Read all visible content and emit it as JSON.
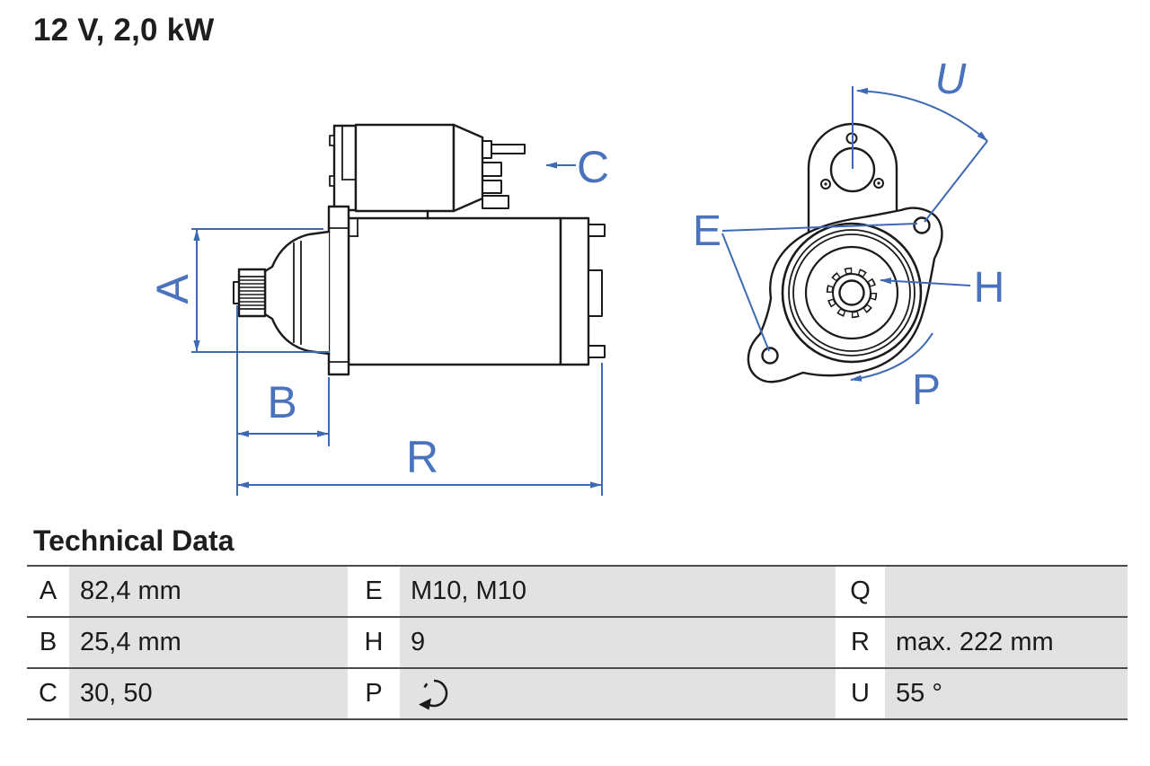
{
  "title": "12 V, 2,0 kW",
  "colors": {
    "annotation_blue": "#3e69b3",
    "drawing_black": "#1b1b1d",
    "table_cell_gray": "#e2e2e2",
    "table_rule_gray": "#4b4b4b"
  },
  "diagram": {
    "labels": {
      "a": "A",
      "b": "B",
      "c": "C",
      "r": "R",
      "u": "U",
      "e": "E",
      "h": "H",
      "p": "P"
    }
  },
  "technical_data": {
    "heading": "Technical Data",
    "rows": [
      {
        "cells": [
          {
            "key": "A",
            "value": "82,4 mm"
          },
          {
            "key": "E",
            "value": "M10, M10"
          },
          {
            "key": "Q",
            "value": ""
          }
        ]
      },
      {
        "cells": [
          {
            "key": "B",
            "value": "25,4 mm"
          },
          {
            "key": "H",
            "value": "9"
          },
          {
            "key": "R",
            "value": "max. 222 mm"
          }
        ]
      },
      {
        "cells": [
          {
            "key": "C",
            "value": "30, 50"
          },
          {
            "key": "P",
            "value": "",
            "icon": "rotation-direction-ccw-icon"
          },
          {
            "key": "U",
            "value": "55 °"
          }
        ]
      }
    ]
  }
}
